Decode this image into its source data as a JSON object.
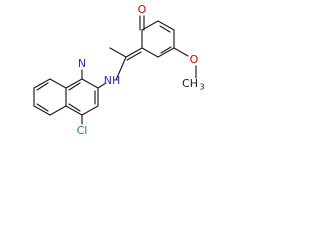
{
  "molecule": {
    "atom_labels": {
      "carbonyl_oxygen": "O",
      "methoxy_oxygen": "O",
      "methyl": "CH",
      "methyl_subscript": "3",
      "quinoline_nitrogen": "N",
      "amine": "NH",
      "chlorine": "Cl"
    },
    "colors": {
      "oxygen": "#d40000",
      "nitrogen": "#2a2ad4",
      "chlorine": "#1f8f1f",
      "bond": "#1a1a1a"
    }
  }
}
